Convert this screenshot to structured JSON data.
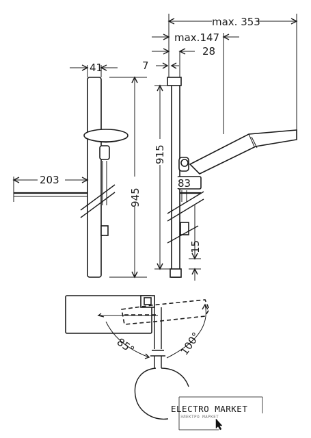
{
  "dimensions": {
    "max_width_total": "max. 353",
    "max_width_arm": "max.147",
    "depth_28": "28",
    "offset_7": "7",
    "rail_width": "41",
    "shelf_width": "203",
    "height_915": "915",
    "height_945": "945",
    "holder_83": "83",
    "hook_15": "15"
  },
  "angles": {
    "left": "85°",
    "right": "100°"
  },
  "watermark": {
    "title": "ELECTRO MARKET",
    "subtitle": "ЭЛЕКТРО МАРКЕТ"
  }
}
